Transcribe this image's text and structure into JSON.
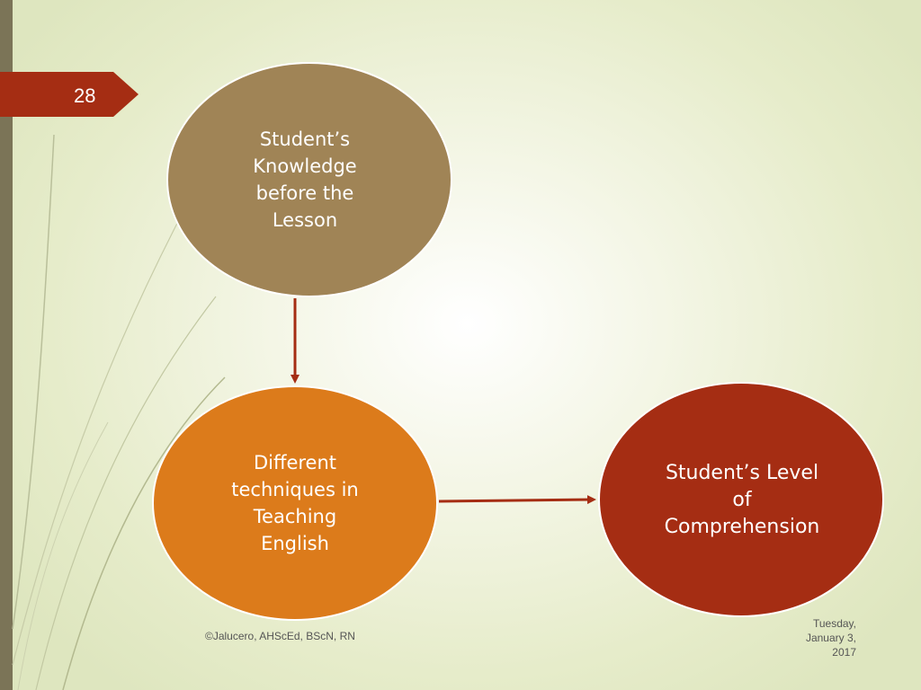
{
  "slide": {
    "number": "28",
    "footer_credit": "©Jalucero, AHScEd, BScN, RN",
    "footer_date": "Tuesday,\nJanuary 3,\n2017"
  },
  "diagram": {
    "nodes": {
      "knowledge": {
        "label": "Student’s\nKnowledge\nbefore the\nLesson",
        "color": "#a08456"
      },
      "techniques": {
        "label": "Different\ntechniques in\nTeaching\nEnglish",
        "color": "#dc7b1b"
      },
      "comprehension": {
        "label": "Student’s Level\nof\nComprehension",
        "color": "#a52d13"
      }
    },
    "edges": [
      {
        "from": "knowledge",
        "to": "techniques"
      },
      {
        "from": "techniques",
        "to": "comprehension"
      }
    ],
    "arrow_color": "#a52d13"
  },
  "theme": {
    "accent": "#a52d13",
    "side_bar": "#7b7457"
  }
}
